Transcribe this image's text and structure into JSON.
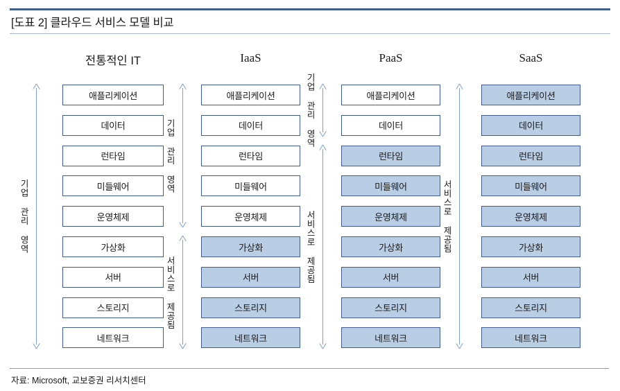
{
  "header": {
    "title": "[도표 2] 클라우드 서비스 모델 비교",
    "rule_color": "#3f5c8c"
  },
  "footer": {
    "source": "자료: Microsoft, 교보증권 리서치센터"
  },
  "palette": {
    "box_border": "#3f5c8c",
    "box_fill_managed": "#ffffff",
    "box_fill_provided": "#b9cde4",
    "arrow": "#7f9ec4",
    "title_rule": "#a9b6cc",
    "footer_rule": "#9a9a9a"
  },
  "labels": {
    "managed": "기업 관리 영역",
    "provided": "서비스로 제공됨"
  },
  "layers": [
    "애플리케이션",
    "데이터",
    "런타임",
    "미들웨어",
    "운영체제",
    "가상화",
    "서버",
    "스토리지",
    "네트워크"
  ],
  "columns": [
    {
      "name": "traditional-it",
      "title": "전통적인 IT",
      "title_script": "hangul",
      "managed_count": 9,
      "provided_count": 0,
      "boxes": [
        {
          "label": "애플리케이션",
          "filled": false
        },
        {
          "label": "데이터",
          "filled": false
        },
        {
          "label": "런타임",
          "filled": false
        },
        {
          "label": "미들웨어",
          "filled": false
        },
        {
          "label": "운영체제",
          "filled": false
        },
        {
          "label": "가상화",
          "filled": false
        },
        {
          "label": "서버",
          "filled": false
        },
        {
          "label": "스토리지",
          "filled": false
        },
        {
          "label": "네트워크",
          "filled": false
        }
      ]
    },
    {
      "name": "iaas",
      "title": "IaaS",
      "title_script": "latin",
      "managed_count": 5,
      "provided_count": 4,
      "boxes": [
        {
          "label": "애플리케이션",
          "filled": false
        },
        {
          "label": "데이터",
          "filled": false
        },
        {
          "label": "런타임",
          "filled": false
        },
        {
          "label": "미들웨어",
          "filled": false
        },
        {
          "label": "운영체제",
          "filled": false
        },
        {
          "label": "가상화",
          "filled": true
        },
        {
          "label": "서버",
          "filled": true
        },
        {
          "label": "스토리지",
          "filled": true
        },
        {
          "label": "네트워크",
          "filled": true
        }
      ]
    },
    {
      "name": "paas",
      "title": "PaaS",
      "title_script": "latin",
      "managed_count": 2,
      "provided_count": 7,
      "boxes": [
        {
          "label": "애플리케이션",
          "filled": false
        },
        {
          "label": "데이터",
          "filled": false
        },
        {
          "label": "런타임",
          "filled": true
        },
        {
          "label": "미들웨어",
          "filled": true
        },
        {
          "label": "운영체제",
          "filled": true
        },
        {
          "label": "가상화",
          "filled": true
        },
        {
          "label": "서버",
          "filled": true
        },
        {
          "label": "스토리지",
          "filled": true
        },
        {
          "label": "네트워크",
          "filled": true
        }
      ]
    },
    {
      "name": "saas",
      "title": "SaaS",
      "title_script": "latin",
      "managed_count": 0,
      "provided_count": 9,
      "boxes": [
        {
          "label": "애플리케이션",
          "filled": true
        },
        {
          "label": "데이터",
          "filled": true
        },
        {
          "label": "런타임",
          "filled": true
        },
        {
          "label": "미들웨어",
          "filled": true
        },
        {
          "label": "운영체제",
          "filled": true
        },
        {
          "label": "가상화",
          "filled": true
        },
        {
          "label": "서버",
          "filled": true
        },
        {
          "label": "스토리지",
          "filled": true
        },
        {
          "label": "네트워크",
          "filled": true
        }
      ]
    }
  ]
}
